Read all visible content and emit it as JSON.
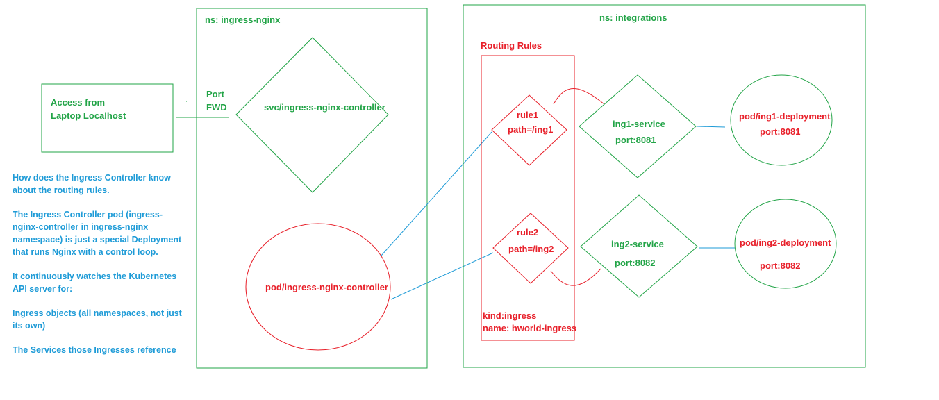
{
  "laptop_box": {
    "line1": "Access from",
    "line2": "Laptop Localhost"
  },
  "port_fwd": {
    "line1": "Port",
    "line2": "FWD"
  },
  "ns_ingress_nginx": {
    "label": "ns: ingress-nginx"
  },
  "svc_controller": {
    "label": "svc/ingress-nginx-controller"
  },
  "pod_controller": {
    "label": "pod/ingress-nginx-controller"
  },
  "ns_integrations": {
    "label": "ns: integrations"
  },
  "routing_rules": {
    "title": "Routing Rules",
    "rule1": {
      "name": "rule1",
      "path": "path=/ing1"
    },
    "rule2": {
      "name": "rule2",
      "path": "path=/ing2"
    },
    "kind": "kind:ingress",
    "name": "name: hworld-ingress"
  },
  "services": [
    {
      "name": "ing1-service",
      "port": "port:8081"
    },
    {
      "name": "ing2-service",
      "port": "port:8082"
    }
  ],
  "pods": [
    {
      "name": "pod/ing1-deployment",
      "port": "port:8081"
    },
    {
      "name": "pod/ing2-deployment",
      "port": "port:8082"
    }
  ],
  "notes": [
    "How does the Ingress Controller know about the routing rules.",
    "The Ingress Controller pod (ingress-nginx-controller in ingress-nginx namespace) is just a special Deployment that runs Nginx with a control loop.",
    "It continuously watches the Kubernetes API server for:",
    "Ingress objects (all namespaces, not just its own)",
    "The Services those Ingresses reference"
  ],
  "colors": {
    "green": "#22a447",
    "red": "#e8202a",
    "blue": "#1e9bd7"
  }
}
